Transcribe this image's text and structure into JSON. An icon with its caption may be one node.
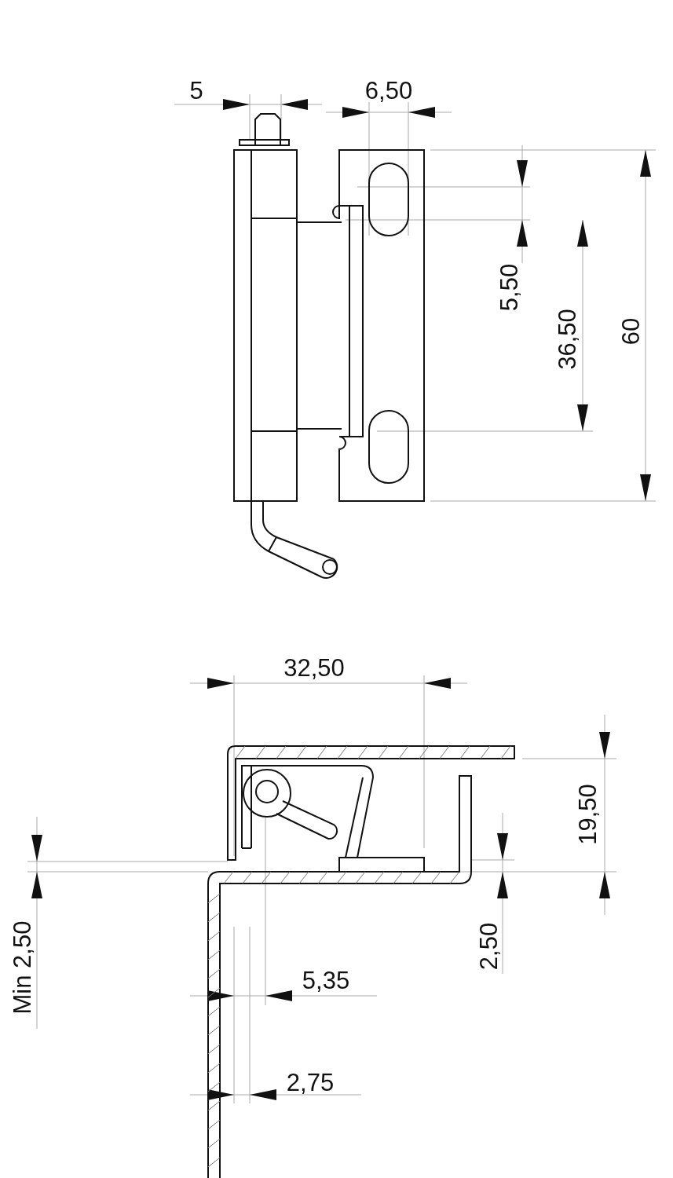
{
  "diagram": {
    "labels": [
      "5",
      "6,50",
      "5,50",
      "36,50",
      "60",
      "32,50",
      "19,50",
      "Min 2,50",
      "2,50",
      "5,35",
      "2,75"
    ]
  }
}
